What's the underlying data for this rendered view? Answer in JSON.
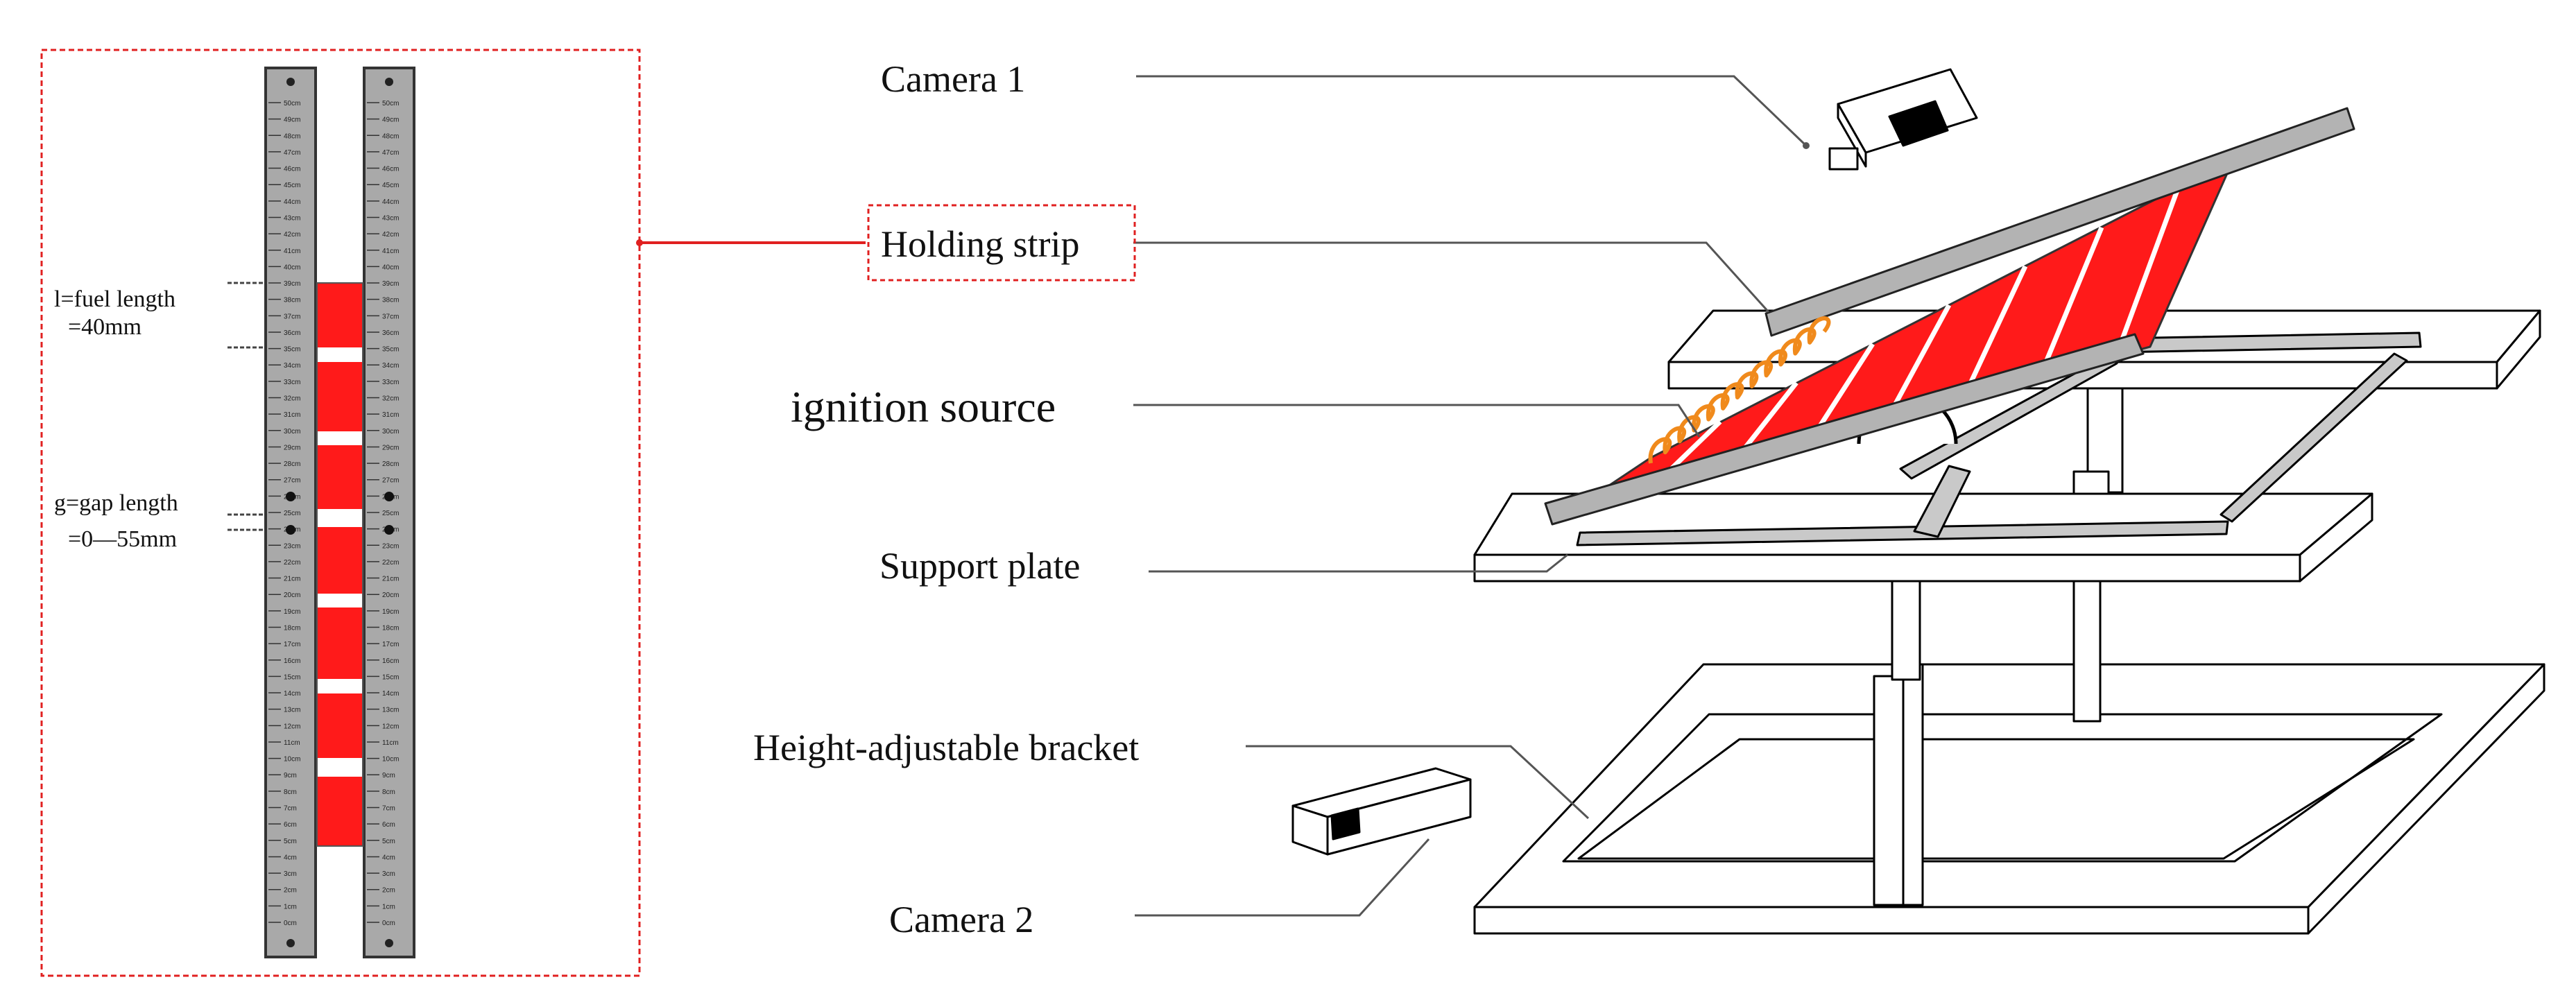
{
  "inset": {
    "fuel_length_line1": "l=fuel length",
    "fuel_length_line2": "=40mm",
    "gap_length_line1": "g=gap length",
    "gap_length_line2": "=0—55mm",
    "ruler_unit": "cm",
    "ruler_max_cm": 50
  },
  "labels": {
    "camera1": "Camera  1",
    "holding_strip": "Holding strip",
    "ignition_source": "ignition  source",
    "support_plate": "Support  plate",
    "bracket": "Height-adjustable  bracket",
    "camera2": "Camera  2"
  },
  "colors": {
    "fuel": "#ff1a1a",
    "highlight_frame": "#e02020",
    "ruler": "#a9a9a9",
    "coil": "#f08a1c",
    "frame_line": "#000000"
  }
}
